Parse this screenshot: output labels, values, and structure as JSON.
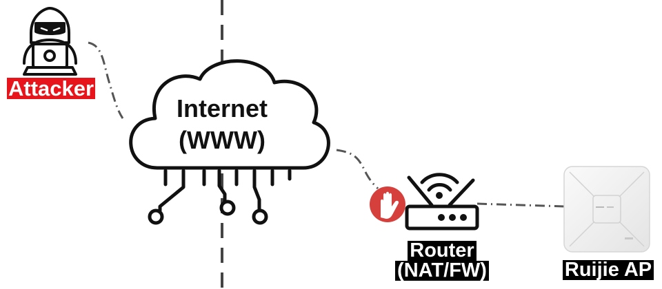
{
  "nodes": {
    "attacker": {
      "label": "Attacker",
      "label_bg": "#e8141b",
      "label_fg": "#ffffff"
    },
    "internet": {
      "line1": "Internet",
      "line2": "(WWW)"
    },
    "router": {
      "line1": "Router",
      "line2": "(NAT/FW)",
      "label_bg": "#000000"
    },
    "ap": {
      "label": "Ruijie AP",
      "label_bg": "#000000"
    }
  },
  "icons": {
    "attacker": "hacker-laptop-icon",
    "internet": "cloud-circuit-icon",
    "block": "hand-block-icon",
    "router": "wifi-router-icon",
    "ap": "access-point-icon"
  },
  "colors": {
    "outline": "#111111",
    "connector": "#555555",
    "block_badge": "#d6403c",
    "divider": "#444444"
  }
}
